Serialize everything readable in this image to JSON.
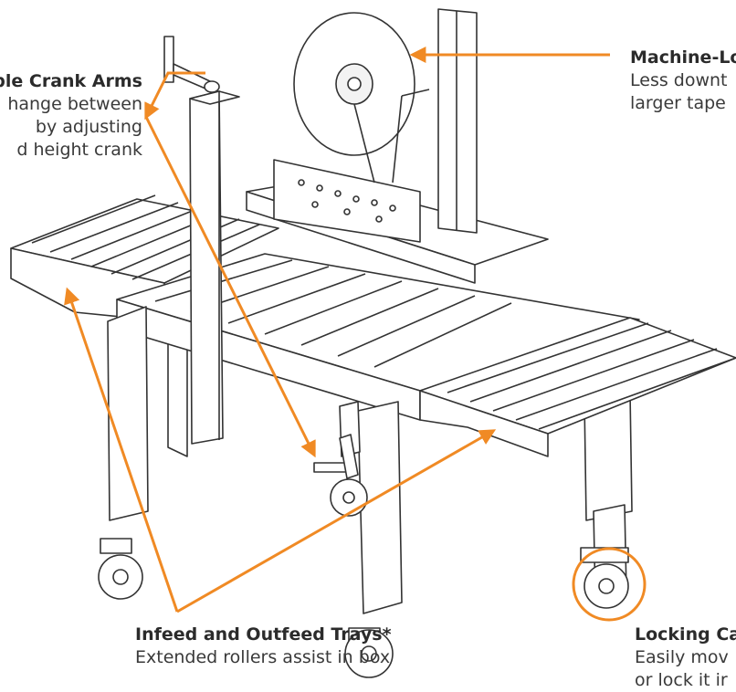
{
  "callouts": {
    "crank": {
      "title": "ble Crank Arms",
      "lines": [
        "hange between",
        "by adjusting",
        "d height crank"
      ]
    },
    "tape": {
      "title": "Machine-Lo",
      "lines": [
        "Less downt",
        "larger tape"
      ]
    },
    "trays": {
      "title": "Infeed and Outfeed Trays*",
      "lines": [
        "Extended rollers assist in box"
      ]
    },
    "casters": {
      "title": "Locking Ca",
      "lines": [
        "Easily mov",
        "or lock it ir"
      ]
    }
  },
  "colors": {
    "accent": "#f08a24",
    "machine_stroke": "#333333",
    "machine_fill": "#ffffff",
    "roller_fill": "#ececec"
  }
}
